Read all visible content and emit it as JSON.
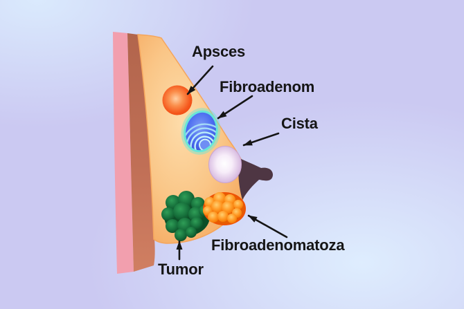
{
  "figure": {
    "type": "medical-illustration-diagram",
    "labels": {
      "apsces": "Apsces",
      "fibroadenom": "Fibroadenom",
      "cista": "Cista",
      "fibroadenomatoza": "Fibroadenomatoza",
      "tumor": "Tumor"
    },
    "colors": {
      "background_lavender": "#cbc9f2",
      "background_blue": "#dcecfd",
      "skin_outer": "#f29fae",
      "chest_wall": "#c06f56",
      "breast_tissue": "#f9c083",
      "abscess": "#f4561a",
      "fibroadenoma_fill": "#4a6cf0",
      "fibroadenoma_rim": "#69e6d8",
      "cyst": "#d8b5e0",
      "nipple": "#4e3643",
      "tumor": "#136336",
      "fibroadenomatosis": "#f68a1e",
      "label_text": "#151515",
      "arrow": "#151515"
    }
  }
}
